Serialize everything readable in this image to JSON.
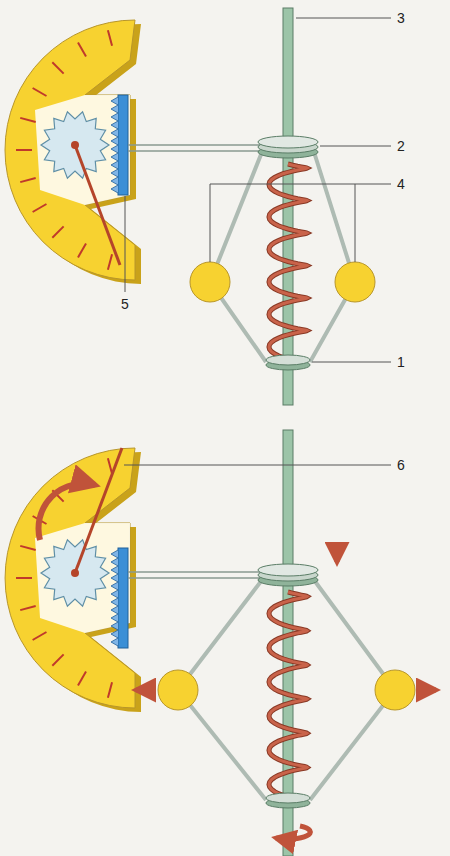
{
  "diagram": {
    "labels": [
      "3",
      "2",
      "4",
      "5",
      "1",
      "6"
    ]
  }
}
